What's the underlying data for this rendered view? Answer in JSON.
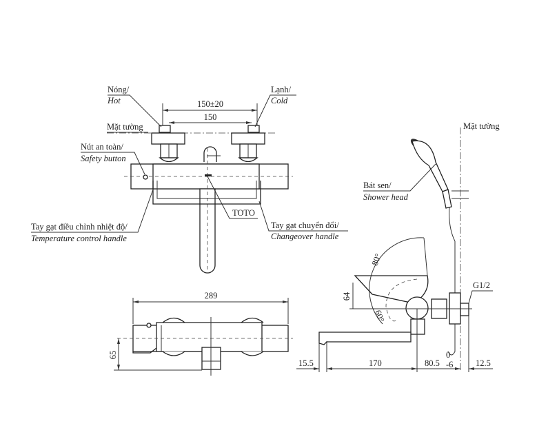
{
  "top_view": {
    "hot_vi": "Nóng/",
    "hot_en": "Hot",
    "cold_vi": "Lạnh/",
    "cold_en": "Cold",
    "wall_label": "Mặt tường",
    "dim_outer": "150±20",
    "dim_inner": "150",
    "safety_vi": "Nút an toàn/",
    "safety_en": "Safety button",
    "temp_vi": "Tay gạt điều chỉnh nhiệt độ/",
    "temp_en": "Temperature control handle",
    "brand": "TOTO",
    "change_vi": "Tay gạt chuyển đổi/",
    "change_en": "Changeover handle"
  },
  "front_view": {
    "dim_width": "289",
    "dim_height": "65"
  },
  "side_view": {
    "wall_label": "Mặt tường",
    "shower_vi": "Bát sen/",
    "shower_en": "Shower head",
    "angle_up": "80°",
    "angle_down": "60°",
    "dim_64": "64",
    "thread": "G1/2",
    "dim_15_5": "15.5",
    "dim_170": "170",
    "dim_80_5": "80.5",
    "dim_80_5_tol_top": "0",
    "dim_80_5_tol_bot": "-6",
    "dim_12_5": "12.5"
  }
}
